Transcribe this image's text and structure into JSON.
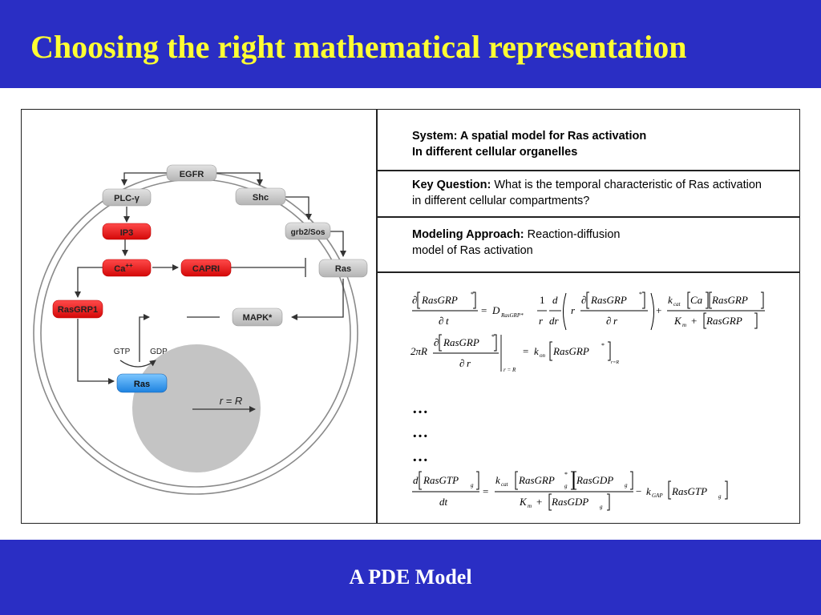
{
  "slide": {
    "title": "Choosing the right mathematical representation",
    "footer": "A PDE Model"
  },
  "diagram": {
    "nodes": {
      "egfr": "EGFR",
      "plc": "PLC-γ",
      "shc": "Shc",
      "ip3": "IP3",
      "grb2": "grb2/Sos",
      "ca": "Ca",
      "ca_sup": "++",
      "capri": "CAPRI",
      "ras_mem": "Ras",
      "rasgrp1": "RasGRP1",
      "mapk": "MAPK*",
      "gtp": "GTP",
      "gdp": "GDP",
      "ras_org": "Ras",
      "radius": "r = R"
    },
    "colors": {
      "gray_node": "#c8c8c8",
      "red_node": "#e81010",
      "blue_node": "#2a8fe8",
      "organelle": "#c4c4c4",
      "cell_outline": "#8a8a8a"
    }
  },
  "table": {
    "system": {
      "line1": "System: A spatial model for Ras activation",
      "line2": "In different cellular organelles"
    },
    "question": {
      "label": "Key Question:",
      "text": " What is the temporal characteristic of Ras activation in different cellular compartments?"
    },
    "approach": {
      "label": "Modeling Approach:",
      "line1": " Reaction-diffusion",
      "line2": "model of Ras activation"
    },
    "ellipsis": [
      "…",
      "…",
      "…"
    ]
  },
  "equations": {
    "partial": "∂",
    "d": "d",
    "dt": "dt",
    "dr": "dr",
    "t": "t",
    "r": "r",
    "one": "1",
    "eq": "=",
    "plus": "+",
    "minus": "−",
    "star": "*",
    "rasgrp": "RasGRP",
    "ca": "Ca",
    "rasgtp": "RasGTP",
    "rasgdp": "RasGDP",
    "D": "D",
    "D_sub": "RasGRP*",
    "k": "k",
    "cat": "cat",
    "K": "K",
    "m": "m",
    "on": "on",
    "GAP": "GAP",
    "g": "g",
    "twopiR": "2πR",
    "r_eq_R": "r = R",
    "r_eq_R2": "r=R"
  }
}
